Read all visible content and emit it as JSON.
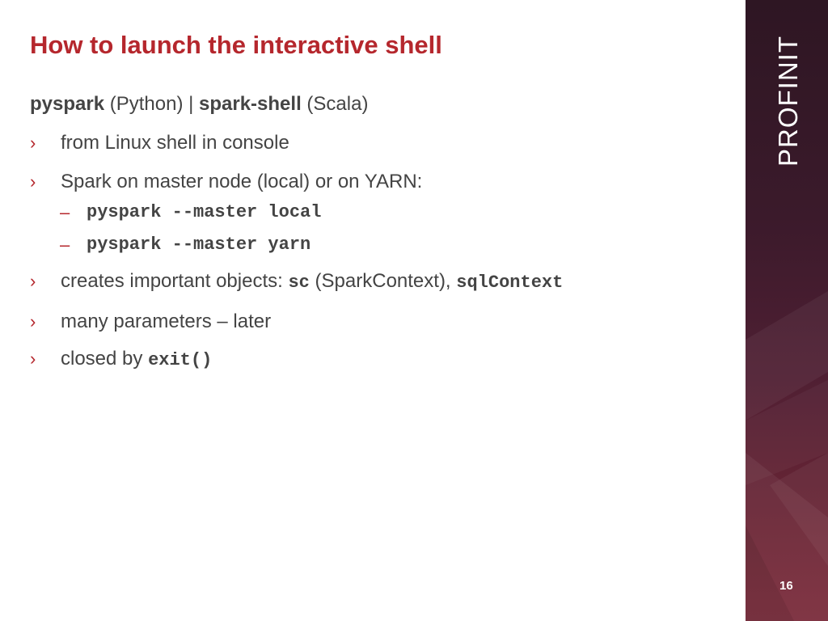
{
  "slide": {
    "title": "How to launch the interactive shell",
    "subhead": {
      "cmd_python": "pyspark",
      "lang_python": " (Python) | ",
      "cmd_scala": "spark-shell",
      "lang_scala": " (Scala)"
    },
    "bullet_marker": "›",
    "sub_marker": "–",
    "bullets": [
      {
        "text": "from Linux shell in console"
      },
      {
        "text": "Spark on master node (local) or on YARN:",
        "sub_items": [
          "pyspark --master local",
          "pyspark --master yarn"
        ]
      },
      {
        "text_before": "creates important objects: ",
        "code1": "sc",
        "text_mid": " (SparkContext), ",
        "code2": "sqlContext"
      },
      {
        "text": "many parameters – later"
      },
      {
        "text_before": "closed by ",
        "code": "exit()"
      }
    ]
  },
  "sidebar": {
    "brand": "PROFINIT",
    "page_number": "16"
  }
}
